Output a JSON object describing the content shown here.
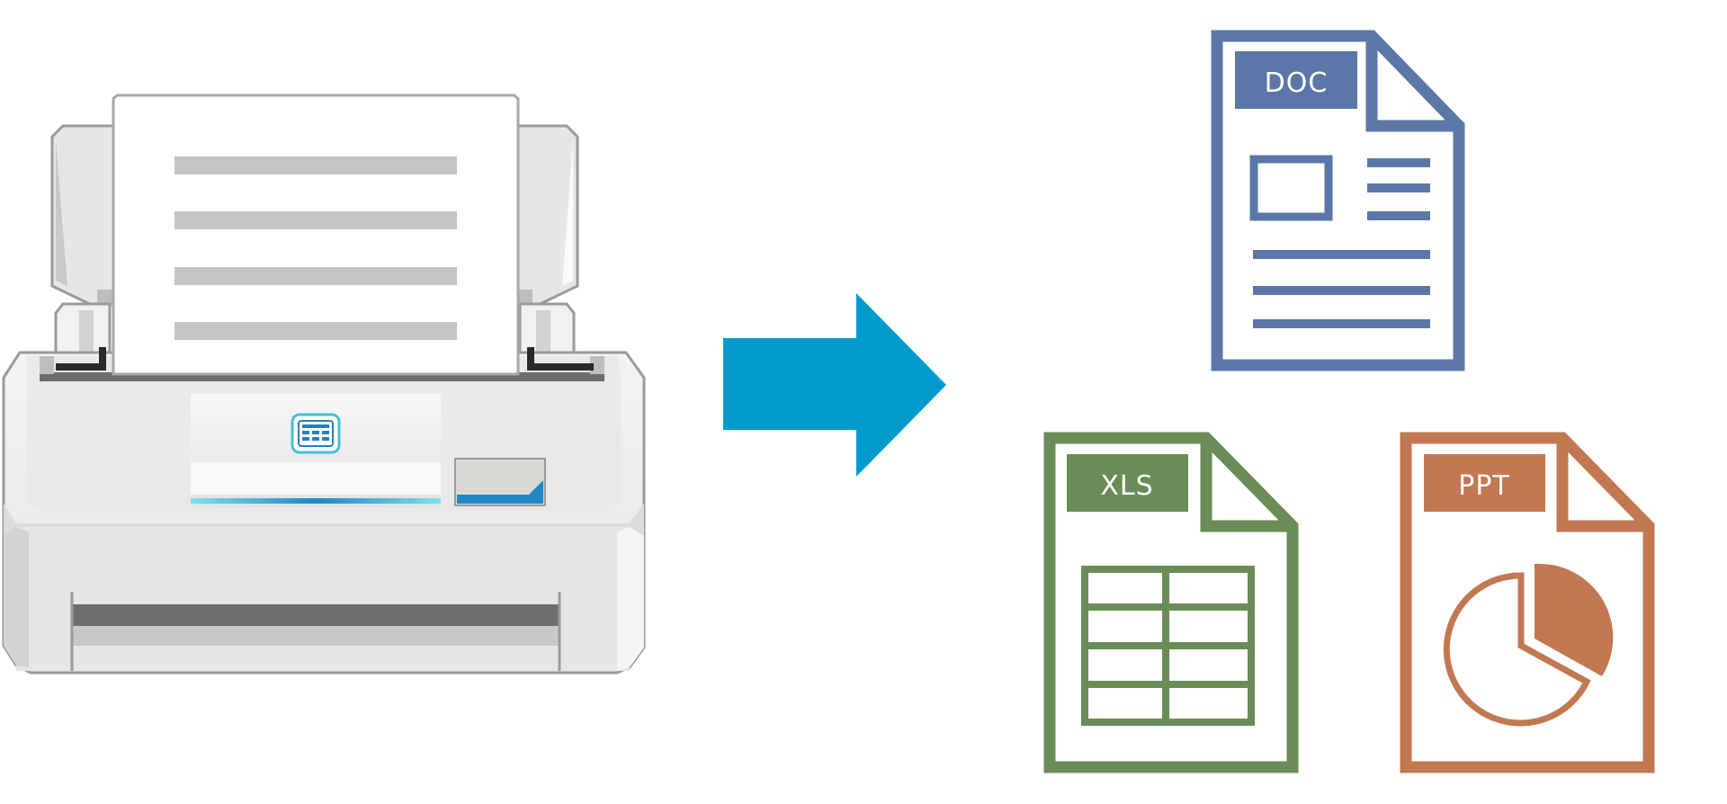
{
  "diagram": {
    "scanner": {
      "panel_icon": "scan-button-icon"
    },
    "arrow": {
      "color": "#009bcc"
    },
    "files": [
      {
        "key": "doc",
        "label": "DOC",
        "color": "#5b77a8",
        "icon": "document-icon"
      },
      {
        "key": "xls",
        "label": "XLS",
        "color": "#6a8c56",
        "icon": "spreadsheet-icon"
      },
      {
        "key": "ppt",
        "label": "PPT",
        "color": "#c27851",
        "icon": "presentation-icon"
      }
    ]
  }
}
